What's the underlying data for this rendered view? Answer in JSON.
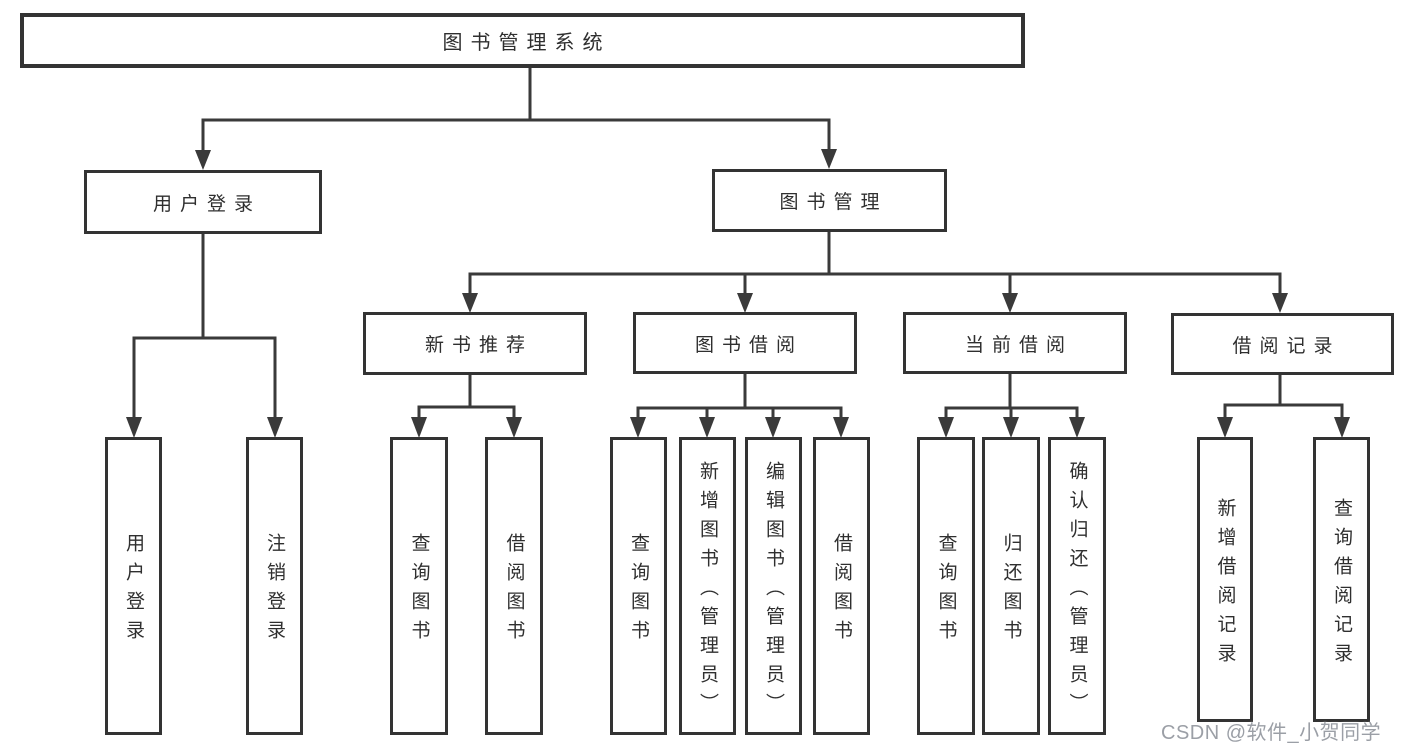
{
  "diagram": {
    "type": "hierarchy-flowchart",
    "colors": {
      "line": "#3a3a3a",
      "border": "#333333",
      "text": "#2f2f2f",
      "background": "#ffffff",
      "watermark": "#90959c"
    },
    "nodes": {
      "root": {
        "label": "图书管理系统"
      },
      "login": {
        "label": "用户登录"
      },
      "mgmt": {
        "label": "图书管理"
      },
      "recommend": {
        "label": "新书推荐"
      },
      "borrow": {
        "label": "图书借阅"
      },
      "current": {
        "label": "当前借阅"
      },
      "records": {
        "label": "借阅记录"
      }
    },
    "leaves": {
      "login": [
        "用户登录",
        "注销登录"
      ],
      "recommend": [
        "查询图书",
        "借阅图书"
      ],
      "borrow": [
        "查询图书",
        "新增图书（管理员）",
        "编辑图书（管理员）",
        "借阅图书"
      ],
      "current": [
        "查询图书",
        "归还图书",
        "确认归还（管理员）"
      ],
      "records": [
        "新增借阅记录",
        "查询借阅记录"
      ]
    },
    "watermark": {
      "text": "CSDN @软件_小贺同学"
    }
  }
}
